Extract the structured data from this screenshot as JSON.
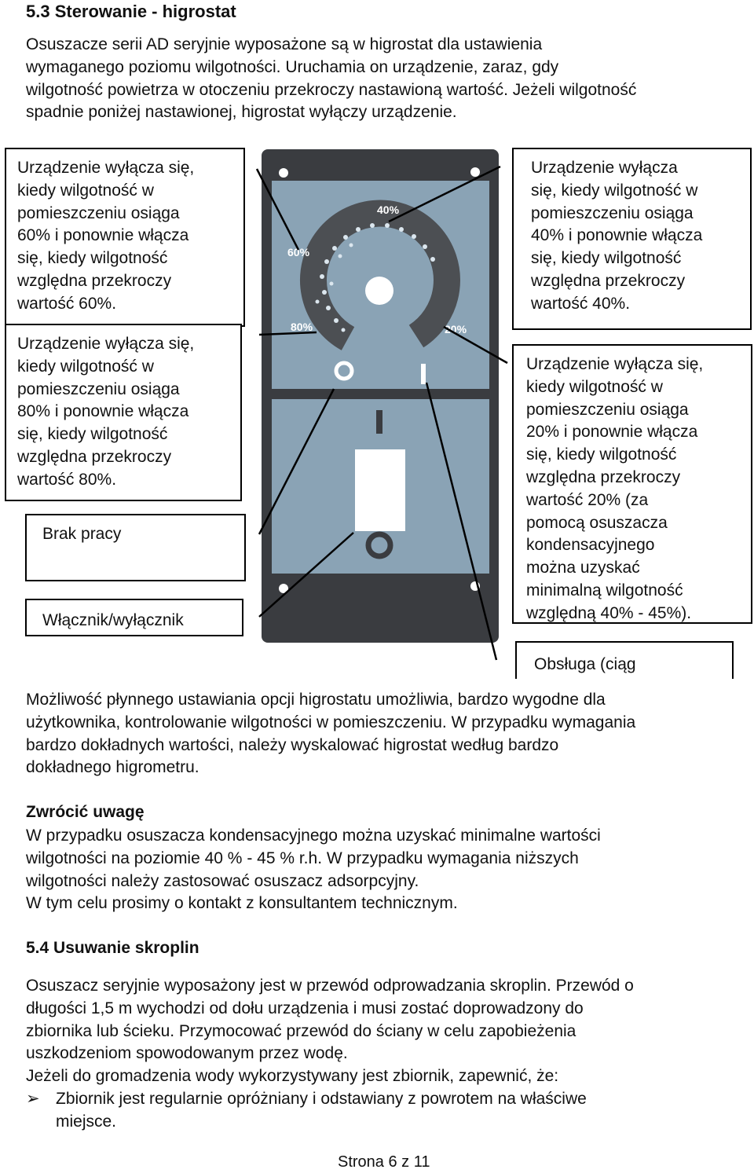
{
  "section_heading": "5.3 Sterowanie - higrostat",
  "intro_lines": [
    "Osuszacze serii AD seryjnie wyposażone są w higrostat dla ustawienia",
    "wymaganego poziomu wilgotności. Uruchamia on urządzenie, zaraz, gdy",
    "wilgotność powietrza w otoczeniu przekroczy nastawioną wartość. Jeżeli wilgotność",
    "spadnie poniżej nastawionej, higrostat wyłączy urządzenie."
  ],
  "callouts": {
    "c60": [
      "Urządzenie wyłącza się,",
      "kiedy wilgotność w",
      "pomieszczeniu osiąga",
      "60% i ponownie włącza",
      "się, kiedy wilgotność",
      "względna przekroczy",
      "wartość 60%."
    ],
    "c80": [
      "Urządzenie wyłącza się,",
      "kiedy wilgotność w",
      "pomieszczeniu osiąga",
      "80% i ponownie włącza",
      "się, kiedy wilgotność",
      "względna przekroczy",
      "wartość 80%."
    ],
    "off": [
      "Brak pracy"
    ],
    "switch": [
      "Włącznik/wyłącznik"
    ],
    "c40": [
      "Urządzenie wyłącza",
      "się, kiedy wilgotność w",
      "pomieszczeniu osiąga",
      "40% i ponownie włącza",
      "się, kiedy wilgotność",
      "względna przekroczy",
      "wartość 40%."
    ],
    "c20": [
      "Urządzenie wyłącza się,",
      "kiedy wilgotność w",
      "pomieszczeniu osiąga",
      "20% i ponownie włącza",
      "się, kiedy wilgotność",
      "względna przekroczy",
      "wartość 20% (za",
      "pomocą osuszacza",
      "kondensacyjnego",
      "można uzyskać",
      "minimalną wilgotność",
      "względną 40% - 45%)."
    ],
    "service": [
      "Obsługa (ciąg"
    ]
  },
  "dial_labels": {
    "p40": "40%",
    "p60": "60%",
    "p80": "80%",
    "p20": "20%"
  },
  "colors": {
    "panel_frame": "#3a3c40",
    "panel_face": "#8aa3b5",
    "dial": "#4c4f53"
  },
  "body_lines": [
    "Możliwość płynnego ustawiania opcji higrostatu umożliwia, bardzo wygodne dla",
    "użytkownika, kontrolowanie wilgotności w pomieszczeniu. W przypadku wymagania",
    "bardzo dokładnych wartości, należy wyskalować higrostat według bardzo",
    "dokładnego higrometru."
  ],
  "note_heading": "Zwrócić uwagę",
  "note_lines": [
    "W przypadku osuszacza kondensacyjnego można uzyskać minimalne wartości",
    "wilgotności na poziomie 40 % - 45 % r.h. W przypadku wymagania niższych",
    "wilgotności należy zastosować osuszacz adsorpcyjny.",
    "W tym celu prosimy o kontakt z konsultantem technicznym."
  ],
  "section2_heading": "5.4 Usuwanie skroplin",
  "section2_lines": [
    "Osuszacz seryjnie wyposażony jest w przewód odprowadzania skroplin. Przewód o",
    "długości 1,5 m wychodzi od dołu urządzenia i musi zostać doprowadzony do",
    "zbiornika lub ścieku.  Przymocować przewód do ściany w celu zapobieżenia",
    "uszkodzeniom spowodowanym przez wodę.",
    "Jeżeli do gromadzenia wody wykorzystywany jest zbiornik, zapewnić, że:"
  ],
  "bullet_marker": "➢",
  "bullet_lines": [
    "Zbiornik jest regularnie opróżniany i odstawiany z powrotem na właściwe",
    "miejsce."
  ],
  "footer": "Strona 6 z 11"
}
